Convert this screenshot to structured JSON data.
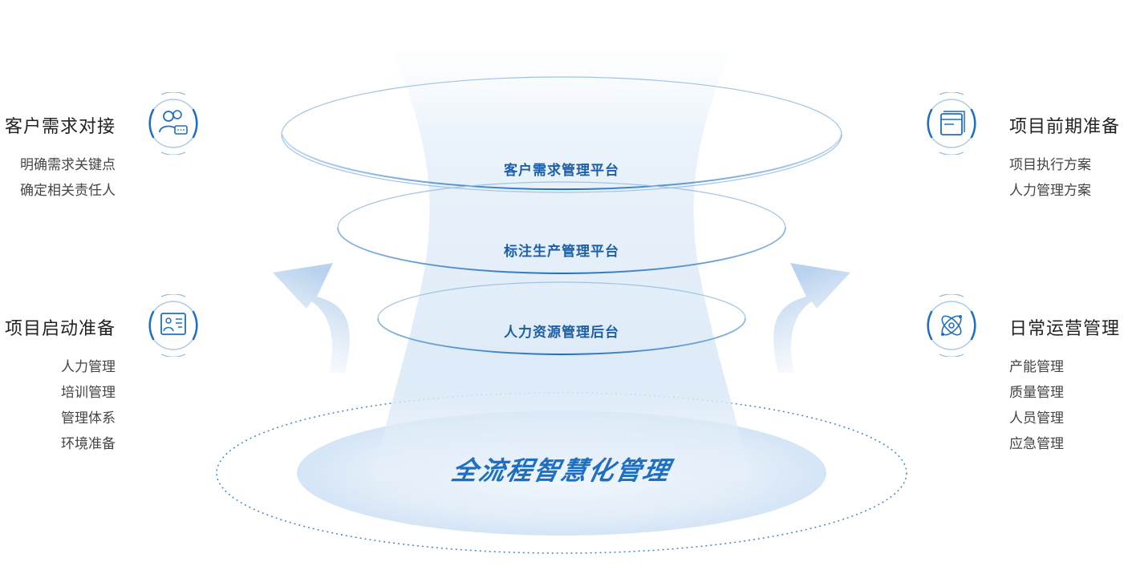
{
  "center": {
    "title": "全流程智慧化管理",
    "layers": [
      "客户需求管理平台",
      "标注生产管理平台",
      "人力资源管理后台"
    ]
  },
  "left_blocks": [
    {
      "title": "客户需求对接",
      "icon": "users-chat-icon",
      "items": [
        "明确需求关键点",
        "确定相关责任人"
      ]
    },
    {
      "title": "项目启动准备",
      "icon": "presentation-board-icon",
      "items": [
        "人力管理",
        "培训管理",
        "管理体系",
        "环境准备"
      ]
    }
  ],
  "right_blocks": [
    {
      "title": "项目前期准备",
      "icon": "window-document-icon",
      "items": [
        "项目执行方案",
        "人力管理方案"
      ]
    },
    {
      "title": "日常运营管理",
      "icon": "atom-orbit-icon",
      "items": [
        "产能管理",
        "质量管理",
        "人员管理",
        "应急管理"
      ]
    }
  ],
  "colors": {
    "accent": "#1e6fc0",
    "ring": "#2a72b8",
    "title_text": "#222222",
    "item_text": "#444444"
  }
}
